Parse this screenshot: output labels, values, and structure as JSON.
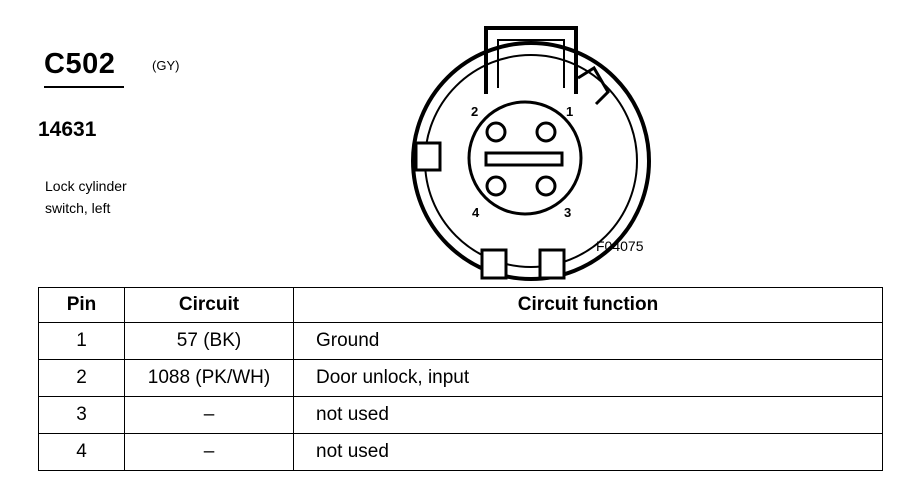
{
  "connector": {
    "id": "C502",
    "color_code": "(GY)",
    "part_number": "14631",
    "description_line1": "Lock cylinder",
    "description_line2": "switch, left"
  },
  "diagram": {
    "pin_labels": [
      "1",
      "2",
      "3",
      "4"
    ],
    "figure_code": "F04075"
  },
  "table": {
    "headers": [
      "Pin",
      "Circuit",
      "Circuit function"
    ],
    "rows": [
      {
        "pin": "1",
        "circuit": "57 (BK)",
        "function": "Ground"
      },
      {
        "pin": "2",
        "circuit": "1088 (PK/WH)",
        "function": "Door unlock, input"
      },
      {
        "pin": "3",
        "circuit": "–",
        "function": "not used"
      },
      {
        "pin": "4",
        "circuit": "–",
        "function": "not used"
      }
    ]
  }
}
